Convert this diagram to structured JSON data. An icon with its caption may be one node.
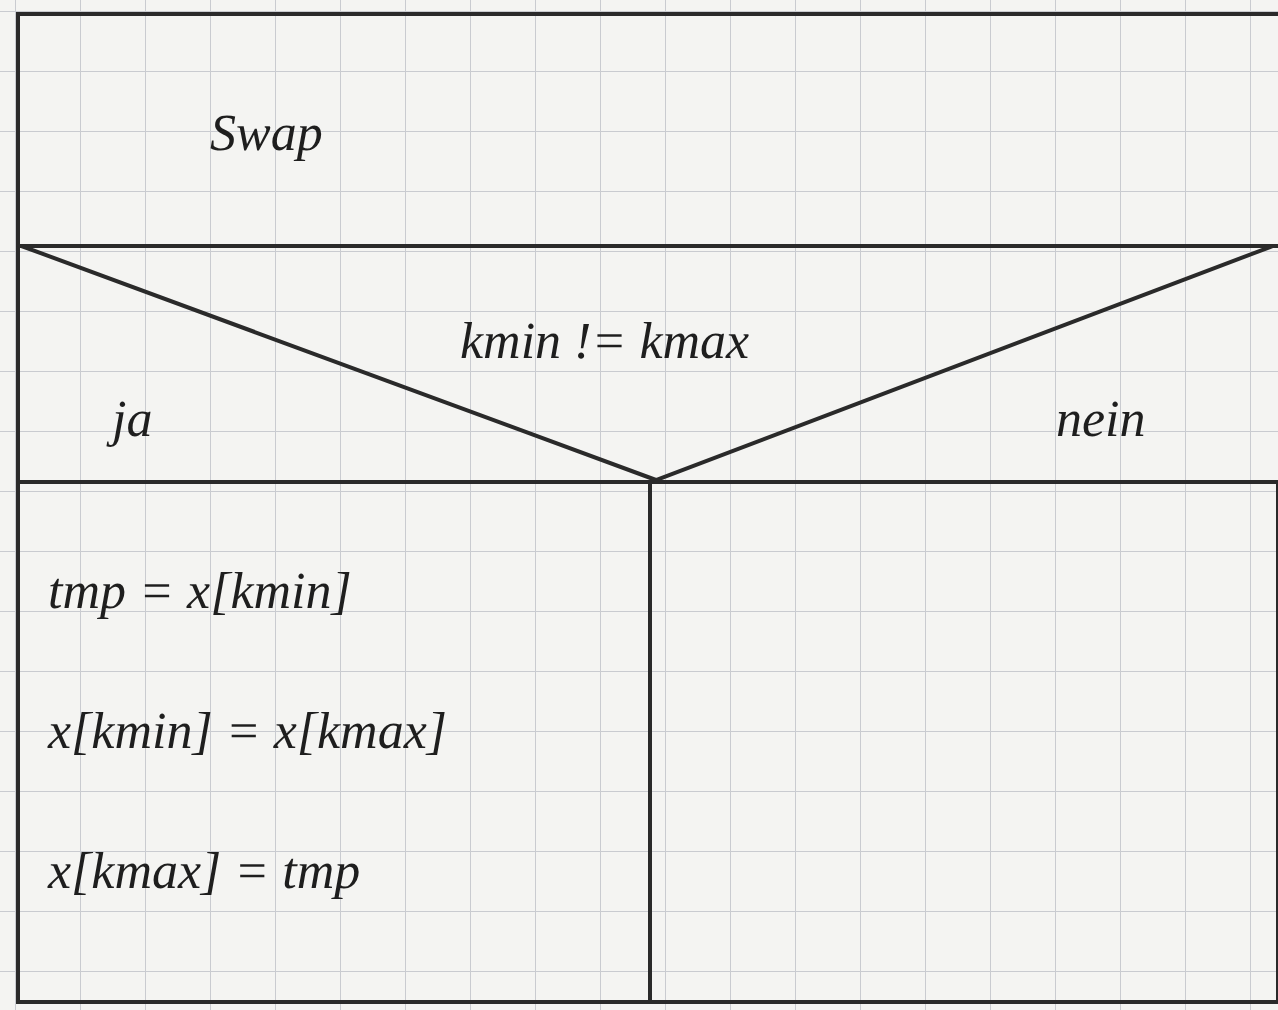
{
  "diagram": {
    "nodes": [
      {
        "text": [
          "Swap"
        ]
      },
      {
        "text": [
          "kmin != kmax",
          "ja",
          "nein"
        ]
      },
      {
        "text": [
          "tmp = x[kmin]",
          "x[kmin] = x[kmax]",
          "x[kmax] = tmp"
        ]
      },
      {
        "text": [],
        "shape": "box"
      }
    ]
  }
}
